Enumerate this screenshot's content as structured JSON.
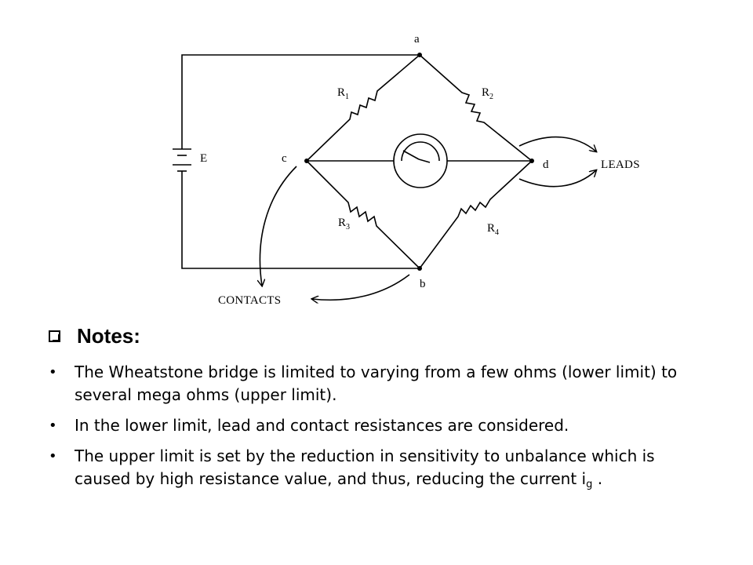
{
  "diagram": {
    "nodes": {
      "a": "a",
      "b": "b",
      "c": "c",
      "d": "d"
    },
    "resistors": [
      {
        "letter": "R",
        "sub": "1"
      },
      {
        "letter": "R",
        "sub": "2"
      },
      {
        "letter": "R",
        "sub": "3"
      },
      {
        "letter": "R",
        "sub": "4"
      }
    ],
    "source_label": "E",
    "leads_label": "LEADS",
    "contacts_label": "CONTACTS"
  },
  "notes": {
    "title": "Notes:",
    "bullets": [
      "The Wheatstone bridge is limited to varying from a few ohms (lower limit) to several mega ohms (upper limit).",
      "In the lower limit, lead and contact resistances are considered."
    ],
    "bullet3_text": "The upper limit is set by the reduction in sensitivity to unbalance which is caused by high resistance value, and thus, reducing the current i",
    "bullet3_sub": "g",
    "bullet3_end": " ."
  }
}
